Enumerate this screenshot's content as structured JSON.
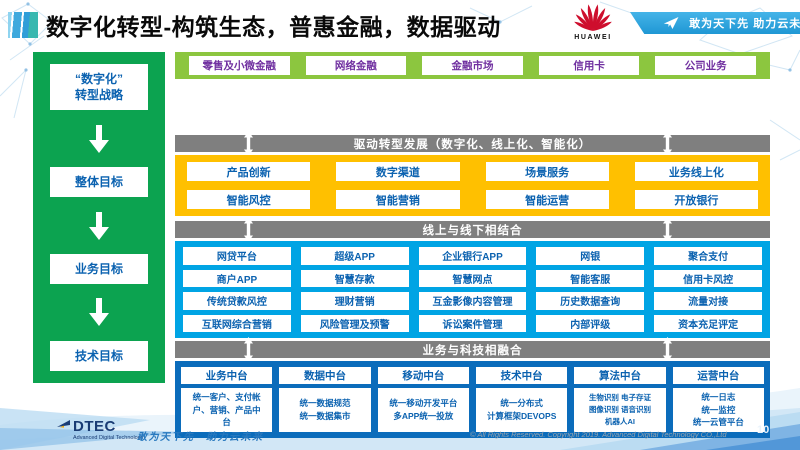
{
  "title": "数字化转型-构筑生态，普惠金融，数据驱动",
  "header": {
    "huawei_label": "HUAWEI",
    "ribbon_text": "敢为天下先 助力云未来"
  },
  "sidebar": {
    "items": [
      "“数字化”\n转型战略",
      "整体目标",
      "业务目标",
      "技术目标"
    ]
  },
  "flow": {
    "business_lines": [
      "零售及小微金融",
      "网络金融",
      "金融市场",
      "信用卡",
      "公司业务"
    ],
    "bar_drive": "驱动转型发展（数字化、线上化、智能化）",
    "yellow_rows": [
      [
        "产品创新",
        "数字渠道",
        "场景服务",
        "业务线上化"
      ],
      [
        "智能风控",
        "智能营销",
        "智能运营",
        "开放银行"
      ]
    ],
    "bar_online": "线上与线下相结合",
    "cyan_rows": [
      [
        "网贷平台",
        "超级APP",
        "企业银行APP",
        "网银",
        "聚合支付"
      ],
      [
        "商户APP",
        "智慧存款",
        "智慧网点",
        "智能客服",
        "信用卡风控"
      ],
      [
        "传统贷款风控",
        "理财营销",
        "互金影像内容管理",
        "历史数据查询",
        "流量对接"
      ],
      [
        "互联网综合营销",
        "风险管理及预警",
        "诉讼案件管理",
        "内部评级",
        "资本充足评定"
      ]
    ],
    "bar_fusion": "业务与科技相融合",
    "platforms": [
      {
        "name": "业务中台",
        "desc": "统一客户、支付帐\n户、营销、产品中\n台"
      },
      {
        "name": "数据中台",
        "desc": "统一数据规范\n统一数据集市"
      },
      {
        "name": "移动中台",
        "desc": "统一移动开发平台\n多APP统一投放"
      },
      {
        "name": "技术中台",
        "desc": "统一分布式\n计算框架DEVOPS"
      },
      {
        "name": "算法中台",
        "desc": "生物识别 电子存证\n图像识别 语音识别\n机器人AI"
      },
      {
        "name": "运营中台",
        "desc": "统一日志\n统一监控\n统一云管平台"
      }
    ]
  },
  "footer": {
    "logo_text": "DTEC",
    "logo_subtext": "Advanced Digital Technology",
    "slogan": "敢为天下先　助力云未来",
    "copyright": "© All Rights Reserved. Copyright 2019. Advanced Digital Technology CO.,Ltd",
    "page_number": "10"
  },
  "colors": {
    "sidebar_green": "#0ca350",
    "light_green": "#8cc63f",
    "yellow": "#ffc000",
    "gray_bar": "#7f7f7f",
    "cyan": "#00a4e4",
    "dark_blue": "#0b6cbb",
    "box_text_blue": "#0b62b0",
    "biz_text_purple": "#7030a0",
    "huawei_red": "#ce0e2d",
    "ribbon_blue": "#2ea7e0"
  }
}
